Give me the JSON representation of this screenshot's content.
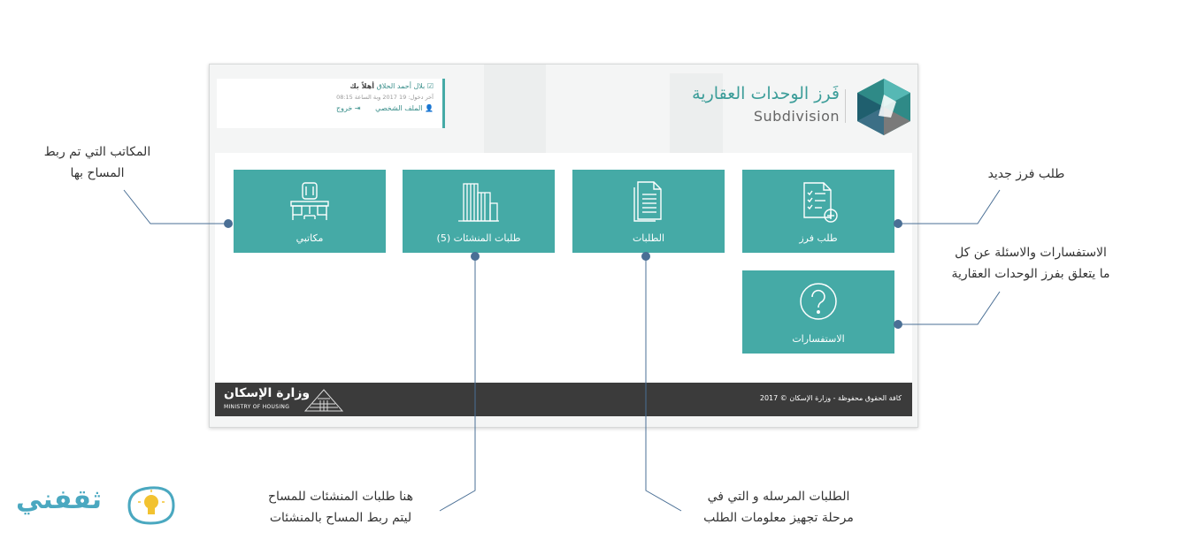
{
  "header": {
    "title_ar": "فَرز الوحدات العقارية",
    "title_en": "Subdivision",
    "user": {
      "greeting": "أهلاً بك",
      "name": "بلال أحمد الحلاق",
      "last_login": "آخر دخول: 19 2017 وبة الساعة 08:15",
      "profile_label": "الملف الشخصي",
      "logout_label": "خروج"
    }
  },
  "tiles": [
    {
      "label": "طلب فرز"
    },
    {
      "label": "الطلبات"
    },
    {
      "label": "طلبات المنشئات (5)"
    },
    {
      "label": "مكاتبي"
    },
    {
      "label": "الاستفسارات"
    }
  ],
  "footer": {
    "copyright": "كافة الحقوق محفوظة - وزارة الإسكان © 2017",
    "ministry_ar": "وزارة الإسكان",
    "ministry_en": "MINISTRY OF HOUSING"
  },
  "annotations": {
    "offices": [
      "المكاتب التي تم ربط",
      "المساح بها"
    ],
    "new_request": [
      "طلب فرز جديد"
    ],
    "inquiries": [
      "الاستفسارات والاسئلة عن كل",
      "ما يتعلق بفرز الوحدات العقارية"
    ],
    "establishments": [
      "هنا طلبات المنشئات للمساح",
      "ليتم ربط المساح بالمنشئات"
    ],
    "requests": [
      "الطلبات المرسله و التي في",
      "مرحلة تجهيز معلومات الطلب"
    ]
  },
  "brand": "ثقفني",
  "colors": {
    "accent": "#45aaa6",
    "footer": "#3b3b3b",
    "annotation_line": "#4a6f95"
  }
}
